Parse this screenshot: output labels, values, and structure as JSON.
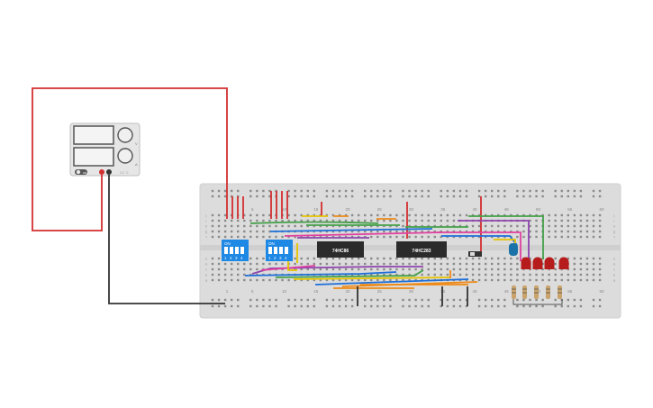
{
  "power_supply": {
    "display_top": "",
    "display_bottom": "",
    "toggle_label": "on",
    "model_label": "DC S",
    "knob_top_label": "V",
    "knob_bottom_label": "A"
  },
  "breadboard": {
    "column_numbers": [
      "1",
      "5",
      "10",
      "15",
      "20",
      "25",
      "30",
      "35",
      "40",
      "45",
      "50",
      "55",
      "60"
    ],
    "top_column_numbers": [
      "1",
      "5",
      "10",
      "15",
      "20",
      "25",
      "30",
      "35",
      "40",
      "45",
      "50",
      "55",
      "60"
    ],
    "row_letters_top": [
      "j",
      "i",
      "h",
      "g",
      "f"
    ],
    "row_letters_bottom": [
      "e",
      "d",
      "c",
      "b",
      "a"
    ]
  },
  "chips": [
    {
      "label": "74HC86"
    },
    {
      "label": "74HC283"
    }
  ],
  "dip_switches": [
    {
      "on_label": "ON",
      "pins": [
        "1",
        "2",
        "3",
        "4"
      ]
    },
    {
      "on_label": "ON",
      "pins": [
        "1",
        "2",
        "3",
        "4"
      ]
    }
  ],
  "colors": {
    "wire_red": "#d32f2f",
    "wire_black": "#333333",
    "wire_green": "#43a047",
    "wire_yellow": "#e5c300",
    "wire_blue": "#1e6fd9",
    "wire_orange": "#ef8a17",
    "wire_purple": "#8e44ad",
    "wire_pink": "#e040a0",
    "led_red": "#b71c1c",
    "dip_blue": "#1e88e5",
    "breadboard": "#dcdcdc"
  },
  "leds": {
    "count": 5
  },
  "resistors": {
    "count": 5
  }
}
